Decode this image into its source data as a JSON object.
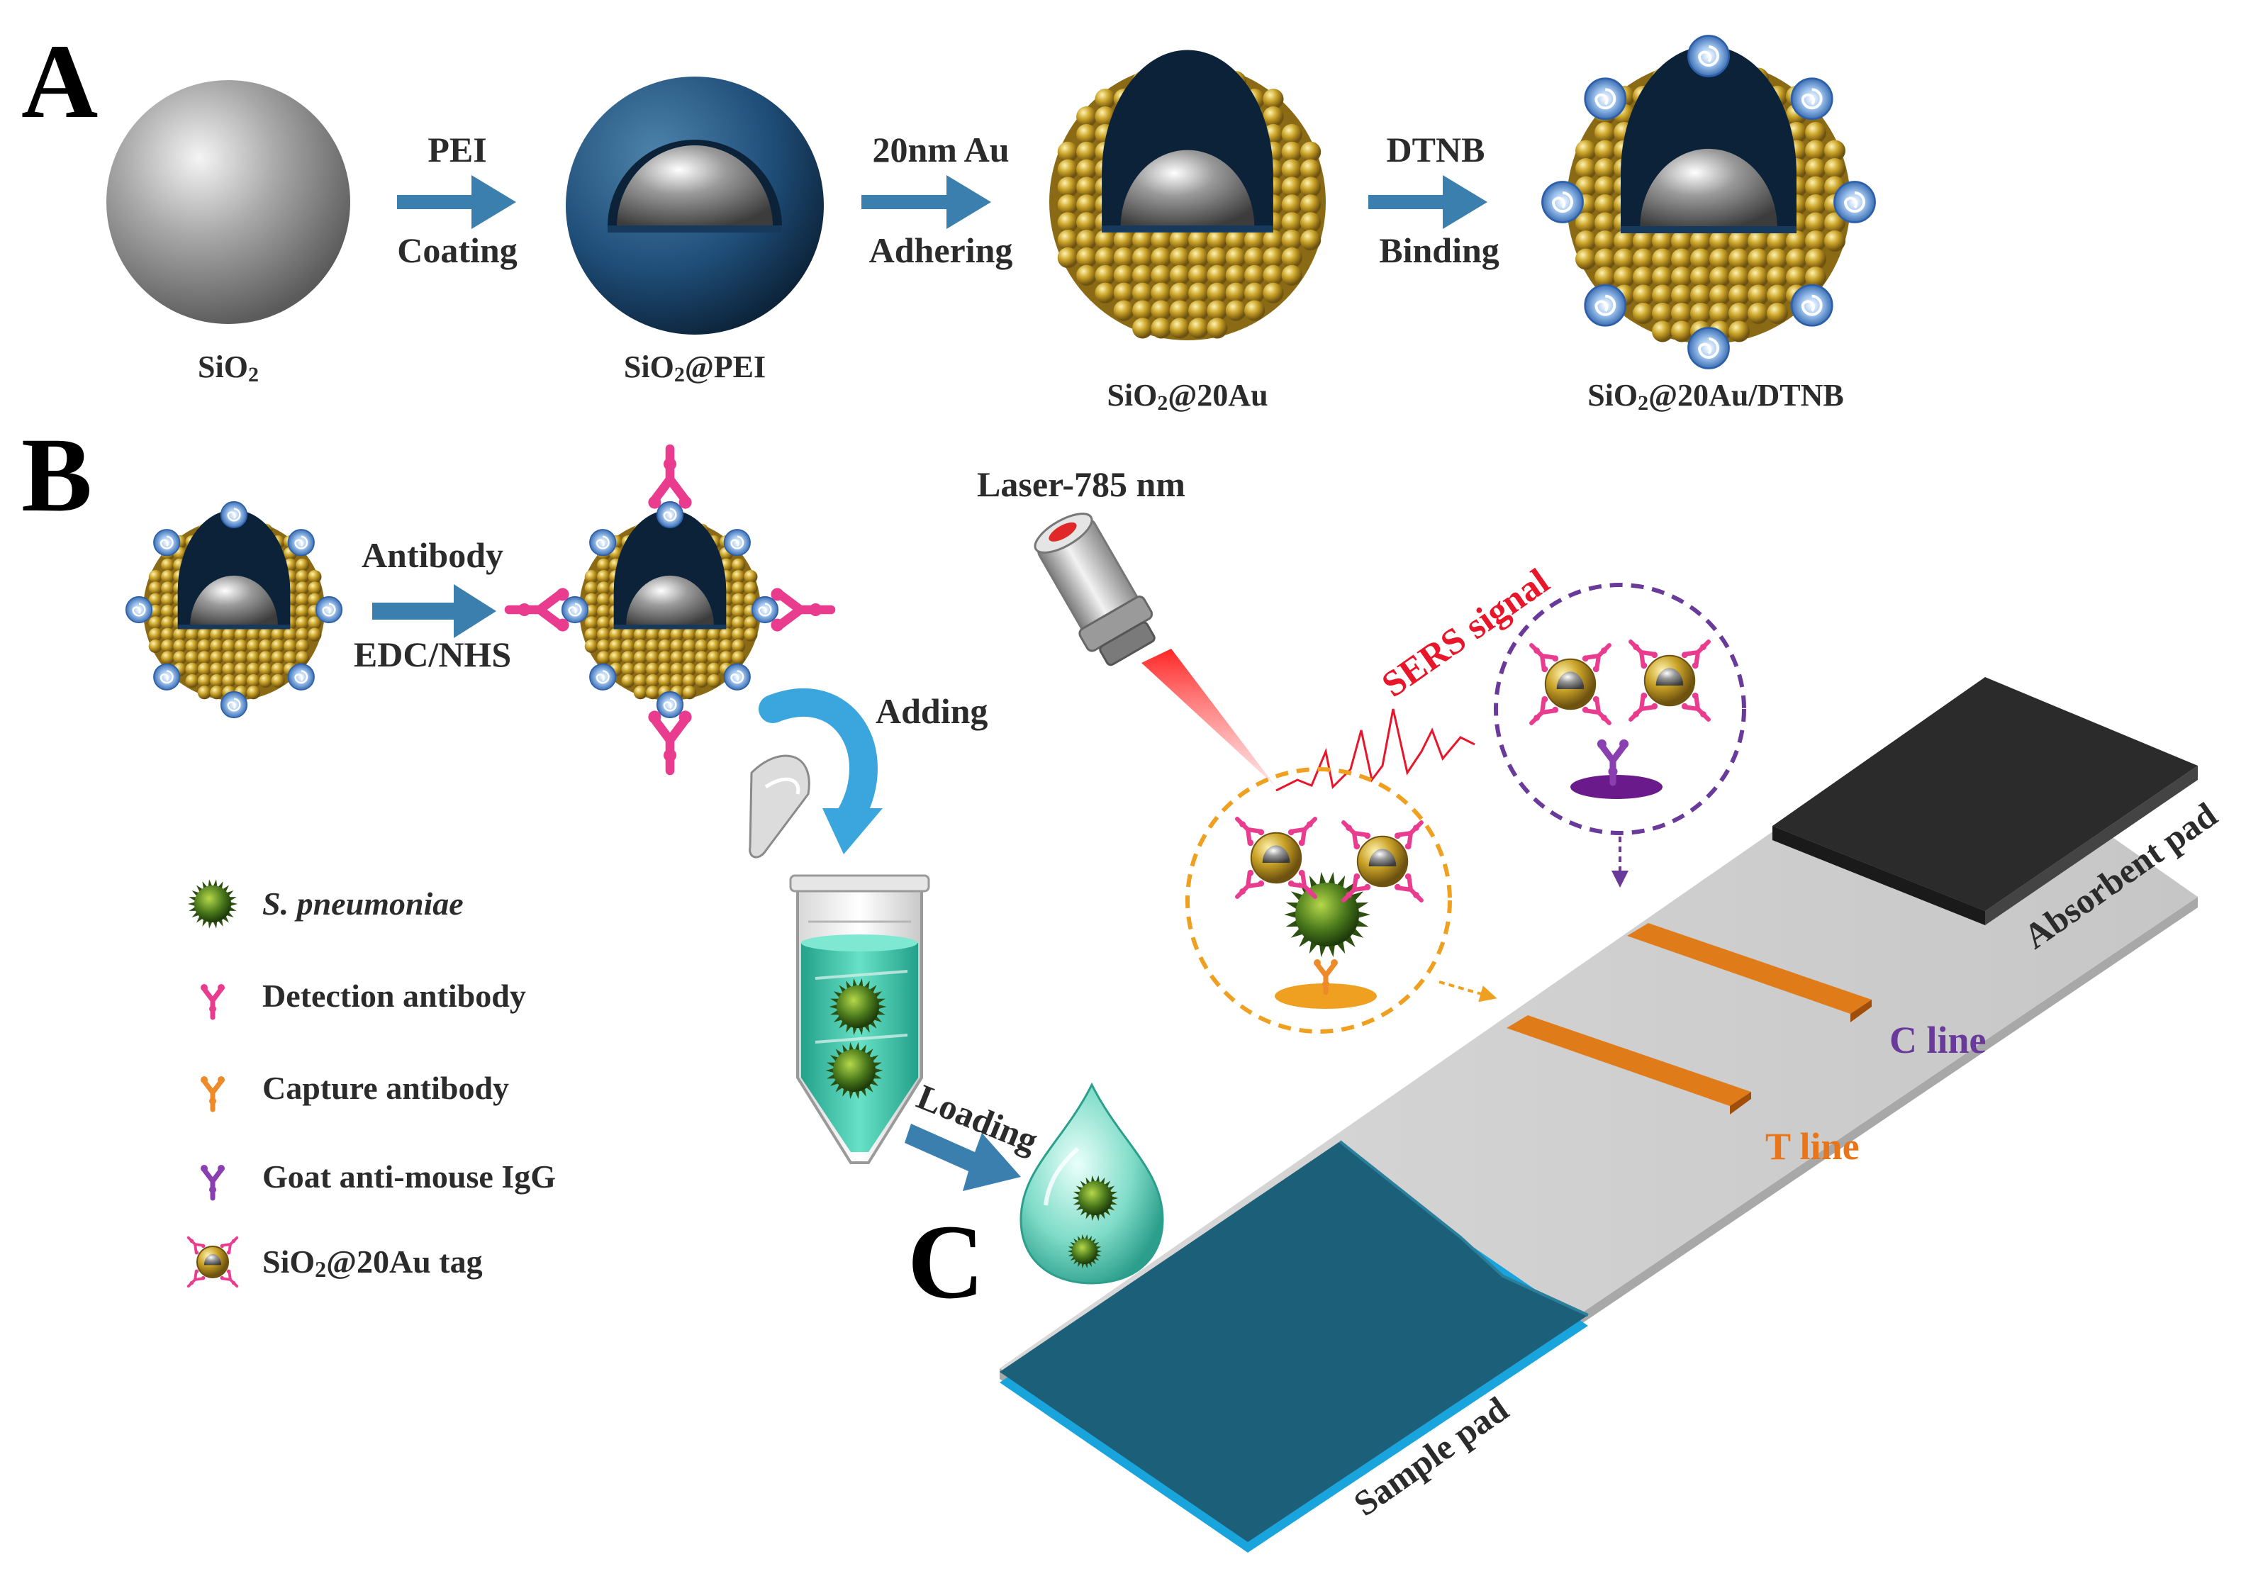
{
  "panel_labels": {
    "a": "A",
    "b": "B",
    "c": "C"
  },
  "panel_a": {
    "stages": [
      {
        "label": "SiO2",
        "sub": "2",
        "pre": "SiO",
        "post": ""
      },
      {
        "label": "SiO2@PEI",
        "pre": "SiO",
        "sub": "2",
        "post": "@PEI"
      },
      {
        "label": "SiO2@20Au",
        "pre": "SiO",
        "sub": "2",
        "post": "@20Au"
      },
      {
        "label": "SiO2@20Au/DTNB",
        "pre": "SiO",
        "sub": "2",
        "post": "@20Au/DTNB"
      }
    ],
    "arrows": [
      {
        "top": "PEI",
        "bottom": "Coating"
      },
      {
        "top": "20nm Au",
        "bottom": "Adhering"
      },
      {
        "top": "DTNB",
        "bottom": "Binding"
      }
    ]
  },
  "panel_b": {
    "conjugation": {
      "top": "Antibody",
      "bottom": "EDC/NHS"
    },
    "adding": "Adding",
    "loading": "Loading",
    "legend": [
      {
        "text": "S. pneumoniae",
        "italic": true,
        "icon": "bacteria-icon"
      },
      {
        "text": "Detection antibody",
        "italic": false,
        "icon": "detection-antibody-icon"
      },
      {
        "text": "Capture antibody",
        "italic": false,
        "icon": "capture-antibody-icon"
      },
      {
        "text": "Goat anti-mouse IgG",
        "italic": false,
        "icon": "igg-icon"
      },
      {
        "text": "SiO2@20Au tag",
        "pre": "SiO",
        "sub": "2",
        "post": "@20Au tag",
        "italic": false,
        "icon": "tag-icon"
      }
    ]
  },
  "panel_c": {
    "laser": "Laser-785 nm",
    "sers": "SERS signal",
    "sample_pad": "Sample pad",
    "absorbent_pad": "Absorbent pad",
    "t_line": "T line",
    "c_line": "C line"
  },
  "colors": {
    "arrow": "#3a7fae",
    "gold": "#c9a227",
    "pei": "#1f4e79",
    "t_line_text": "#e8751a",
    "c_line_text": "#6a3a9a",
    "sers": "#e8162b",
    "sample_pad": "#1c5f78",
    "absorbent_pad": "#2b2b2b"
  }
}
